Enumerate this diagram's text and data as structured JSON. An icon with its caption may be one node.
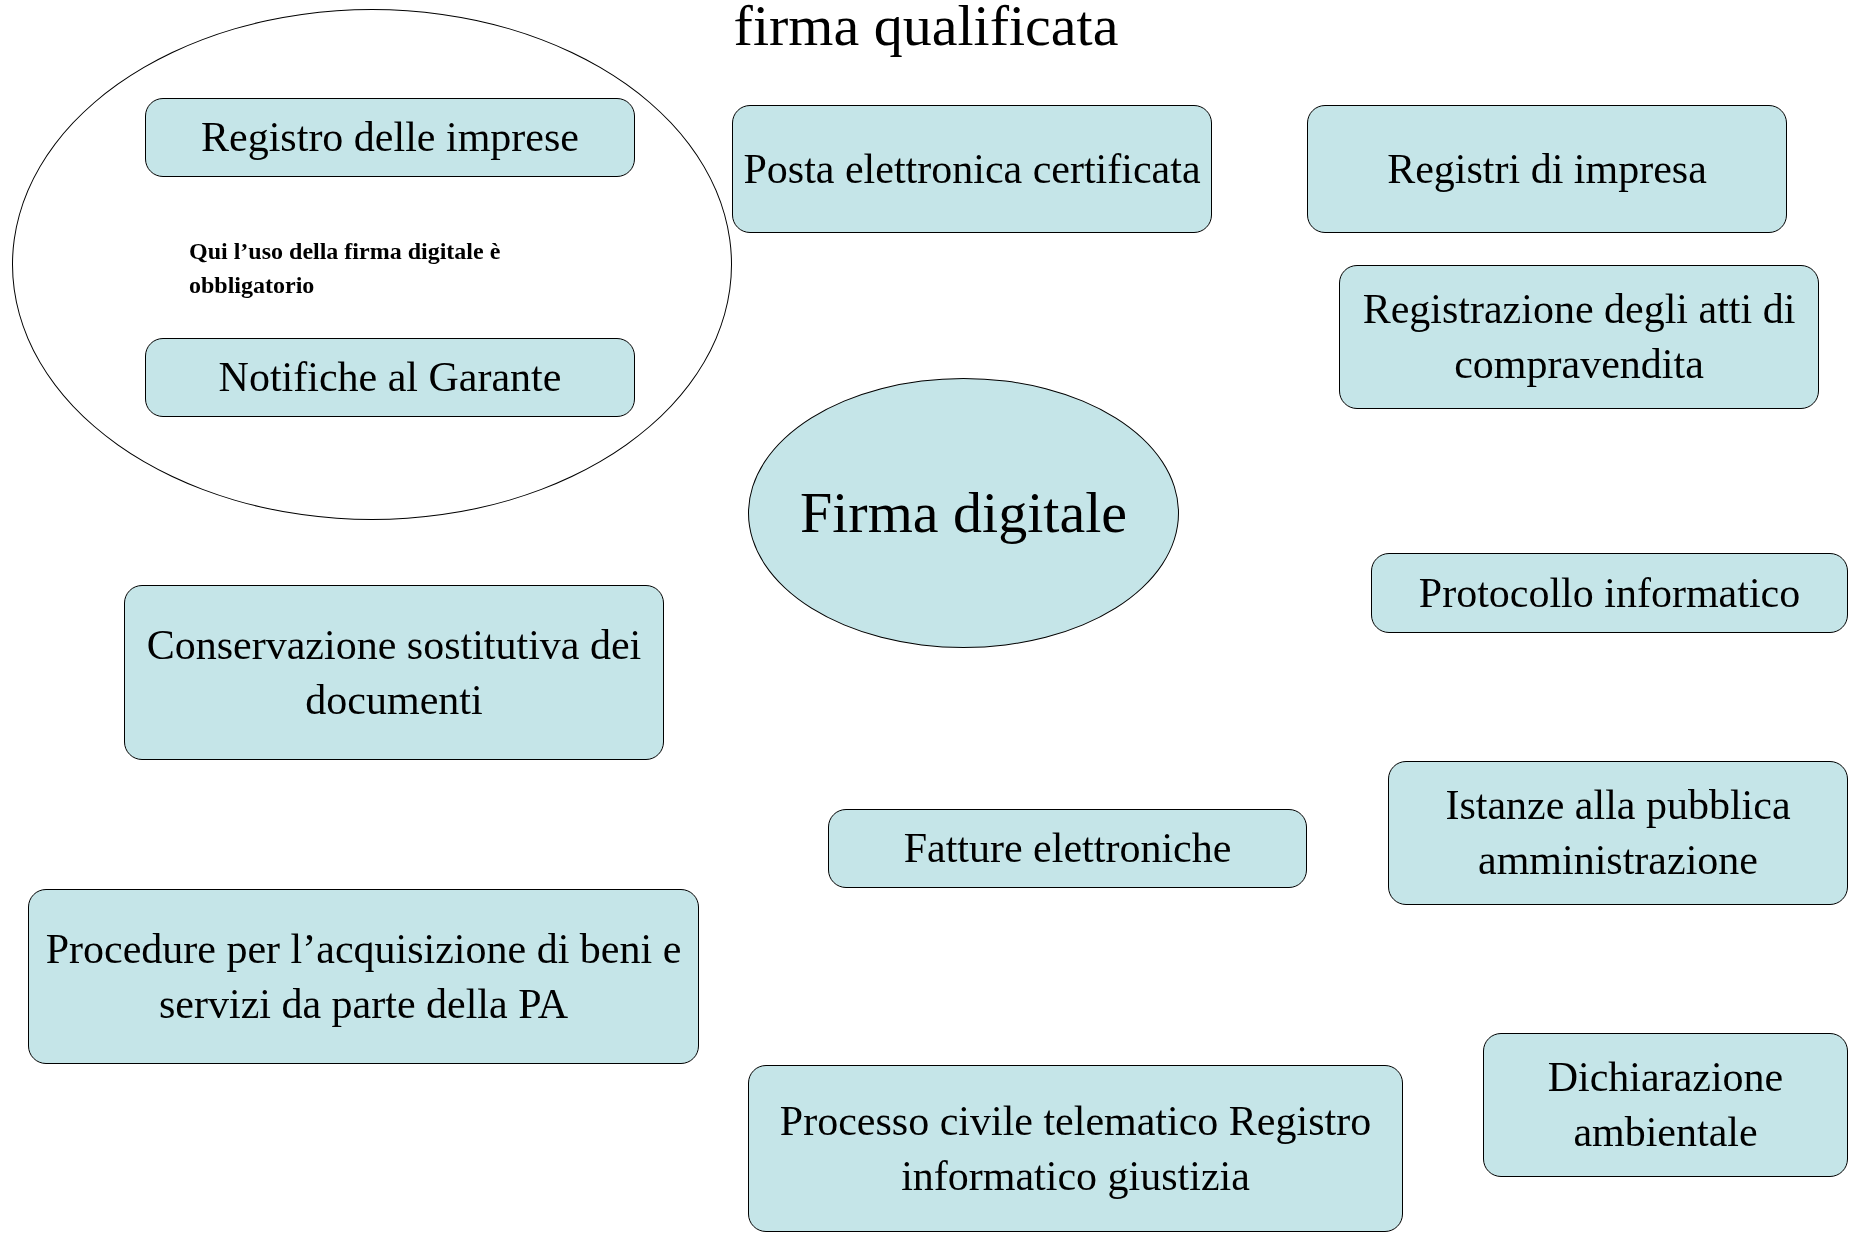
{
  "diagram": {
    "title": "firma qualificata",
    "nodes": [
      {
        "text": [
          "Qui l’uso della firma digitale è obbligatorio"
        ]
      },
      {
        "text": [
          "Registro delle imprese"
        ],
        "in": 0
      },
      {
        "text": [
          "Notifiche al Garante"
        ],
        "in": 0
      },
      {
        "text": [
          "Posta elettronica certificata"
        ]
      },
      {
        "text": [
          "Registri di impresa"
        ]
      },
      {
        "text": [
          "Registrazione degli atti di compravendita"
        ]
      },
      {
        "text": [
          "Firma digitale"
        ]
      },
      {
        "text": [
          "Protocollo informatico"
        ]
      },
      {
        "text": [
          "Conservazione sostitutiva dei documenti"
        ]
      },
      {
        "text": [
          "Fatture elettroniche"
        ]
      },
      {
        "text": [
          "Istanze alla pubblica amministrazione"
        ]
      },
      {
        "text": [
          "Procedure per l’acquisizione di beni e servizi da parte della PA"
        ]
      },
      {
        "text": [
          "Processo civile telematico Registro informatico giustizia"
        ]
      },
      {
        "text": [
          "Dichiarazione ambientale"
        ]
      }
    ]
  }
}
